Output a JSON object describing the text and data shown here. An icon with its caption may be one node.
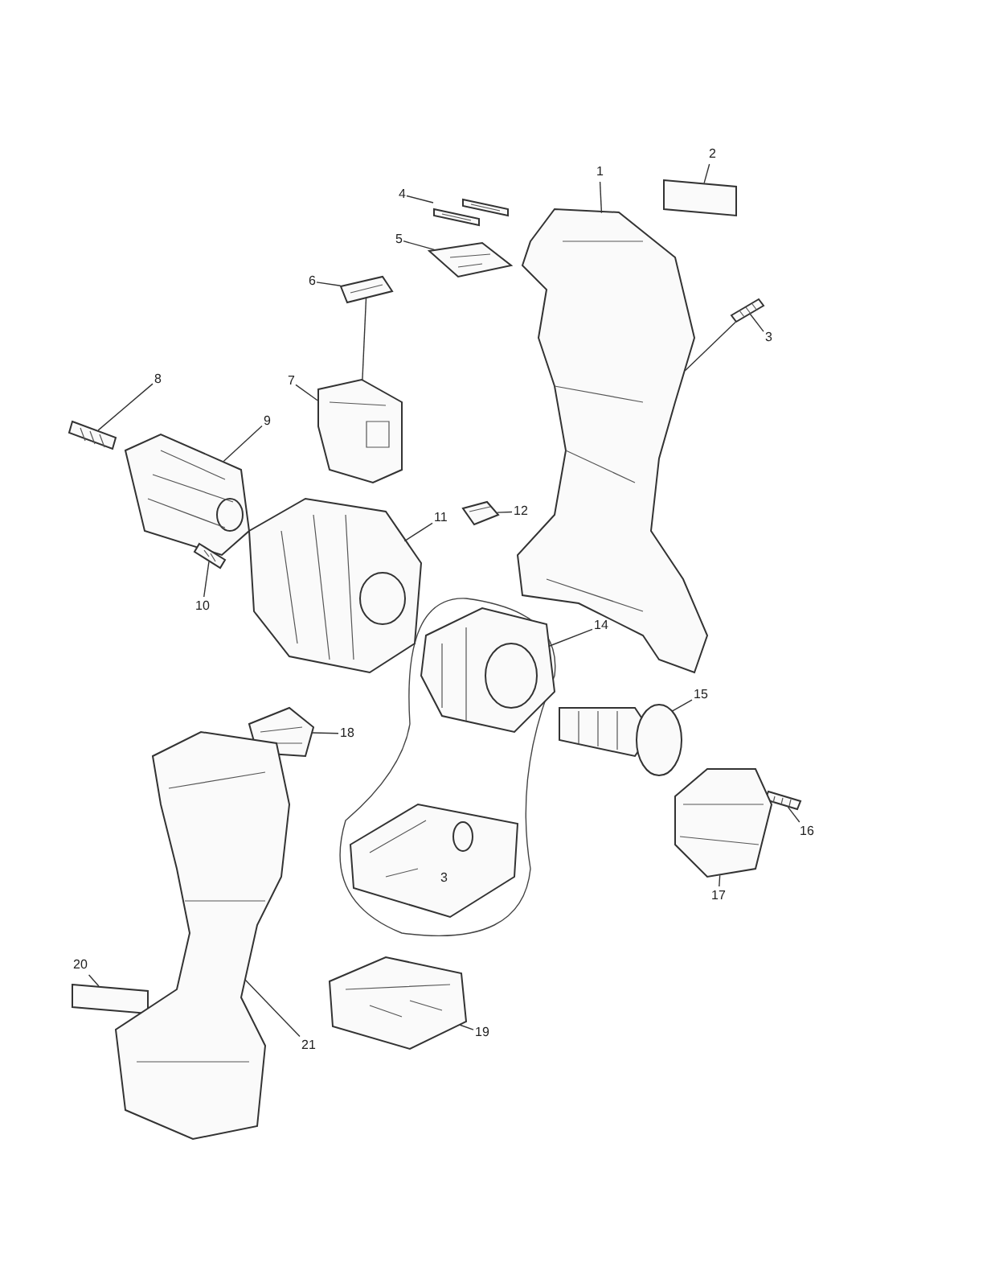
{
  "diagram": {
    "nodes": [
      {
        "text": [
          "1"
        ]
      },
      {
        "text": [
          "2"
        ]
      },
      {
        "text": [
          "3"
        ]
      },
      {
        "text": [
          "4"
        ]
      },
      {
        "text": [
          "5"
        ]
      },
      {
        "text": [
          "6"
        ]
      },
      {
        "text": [
          "7"
        ]
      },
      {
        "text": [
          "8"
        ]
      },
      {
        "text": [
          "9"
        ]
      },
      {
        "text": [
          "10"
        ]
      },
      {
        "text": [
          "11"
        ]
      },
      {
        "text": [
          "12"
        ]
      },
      {
        "text": [
          "14"
        ]
      },
      {
        "text": [
          "15"
        ]
      },
      {
        "text": [
          "16"
        ]
      },
      {
        "text": [
          "17"
        ]
      },
      {
        "text": [
          "18"
        ]
      },
      {
        "text": [
          "19"
        ]
      },
      {
        "text": [
          "20"
        ]
      },
      {
        "text": [
          "21"
        ]
      },
      {
        "text": [],
        "shape": "picture"
      },
      {
        "text": [],
        "shape": "box"
      },
      {
        "text": [],
        "shape": "picture"
      },
      {
        "text": [],
        "shape": "picture"
      },
      {
        "text": [],
        "shape": "picture"
      },
      {
        "text": [],
        "shape": "picture"
      },
      {
        "text": [],
        "shape": "picture"
      },
      {
        "text": [],
        "shape": "picture"
      },
      {
        "text": [],
        "shape": "picture"
      },
      {
        "text": [],
        "shape": "picture"
      },
      {
        "text": [],
        "shape": "picture"
      },
      {
        "text": [],
        "shape": "picture"
      },
      {
        "text": [],
        "shape": "picture"
      },
      {
        "text": [],
        "shape": "picture"
      },
      {
        "text": [],
        "shape": "picture"
      },
      {
        "text": [],
        "shape": "picture"
      },
      {
        "text": [],
        "shape": "picture"
      },
      {
        "text": [],
        "shape": "picture"
      },
      {
        "text": [],
        "shape": "picture"
      },
      {
        "text": [],
        "shape": "box"
      },
      {
        "text": [],
        "shape": "picture"
      }
    ],
    "edges": [
      {
        "from": 0,
        "to": 20,
        "arrow": "none"
      },
      {
        "from": 1,
        "to": 21,
        "arrow": "none"
      },
      {
        "from": 2,
        "to": 22,
        "arrow": "none"
      },
      {
        "from": 3,
        "to": 23,
        "arrow": "none"
      },
      {
        "from": 4,
        "to": 24,
        "arrow": "none"
      },
      {
        "from": 5,
        "to": 25,
        "arrow": "none"
      },
      {
        "from": 6,
        "to": 26,
        "arrow": "none"
      },
      {
        "from": 7,
        "to": 27,
        "arrow": "none"
      },
      {
        "from": 8,
        "to": 28,
        "arrow": "none"
      },
      {
        "from": 9,
        "to": 29,
        "arrow": "none"
      },
      {
        "from": 10,
        "to": 30,
        "arrow": "none"
      },
      {
        "from": 11,
        "to": 31,
        "arrow": "none"
      },
      {
        "from": 12,
        "to": 32,
        "arrow": "none"
      },
      {
        "from": 13,
        "to": 34,
        "arrow": "none"
      },
      {
        "from": 14,
        "to": 35,
        "arrow": "none"
      },
      {
        "from": 15,
        "to": 36,
        "arrow": "none"
      },
      {
        "from": 16,
        "to": 37,
        "arrow": "none"
      },
      {
        "from": 17,
        "to": 38,
        "arrow": "none"
      },
      {
        "from": 18,
        "to": 39,
        "arrow": "none"
      },
      {
        "from": 19,
        "to": 40,
        "arrow": "none"
      },
      {
        "from": 22,
        "to": 20,
        "arrow": "none"
      },
      {
        "from": 25,
        "to": 26,
        "arrow": "none"
      }
    ],
    "labels": [
      "3"
    ]
  }
}
